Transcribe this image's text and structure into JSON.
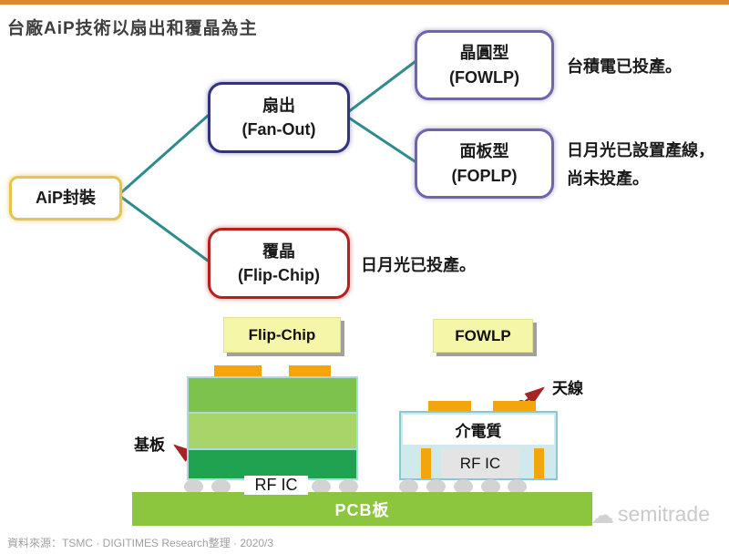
{
  "header": {
    "title": "台廠AiP技術以扇出和覆晶為主"
  },
  "tree": {
    "nodes": {
      "root": {
        "label": "AiP封裝"
      },
      "fanout": {
        "label": "扇出",
        "sub": "(Fan-Out)"
      },
      "fowlp": {
        "label": "晶圓型",
        "sub": "(FOWLP)"
      },
      "foplp": {
        "label": "面板型",
        "sub": "(FOPLP)"
      },
      "flipchip": {
        "label": "覆晶",
        "sub": "(Flip-Chip)"
      }
    },
    "notes": {
      "fowlp": "台積電已投產。",
      "foplp_line1": "日月光已設置產線，",
      "foplp_line2": "尚未投產。",
      "flipchip": "日月光已投產。"
    }
  },
  "package_diagrams": {
    "flipchip": {
      "tag": "Flip-Chip",
      "substrate_label": "基板",
      "rfic_label": "RF IC"
    },
    "fowlp": {
      "tag": "FOWLP",
      "antenna_label": "天線",
      "dielectric_label": "介電質",
      "rfic_label": "RF IC"
    },
    "pcb_label": "PCB板"
  },
  "footer": {
    "source": "資料來源：TSMC · DIGITIMES Research整理 · 2020/3",
    "watermark": "semitrade"
  },
  "colors": {
    "top_bar": "#dd8a2f",
    "connector_teal": "#2f8c8e",
    "root_border_gold": "#e7c44f",
    "fanout_border_navy": "#32327e",
    "fan_sub_border_purple": "#6e65ad",
    "flipchip_border_red": "#b52121",
    "tag_yellow": "#f6f6a8",
    "pad_orange": "#f3a60c",
    "chip_green_mid": "#7cc24d",
    "chip_green_light": "#a7d56a",
    "chip_green_dark": "#1fa351",
    "fowlp_body_blue": "#cfe9ec",
    "pcb_green": "#8cc63f",
    "arrow_red": "#a32525"
  }
}
